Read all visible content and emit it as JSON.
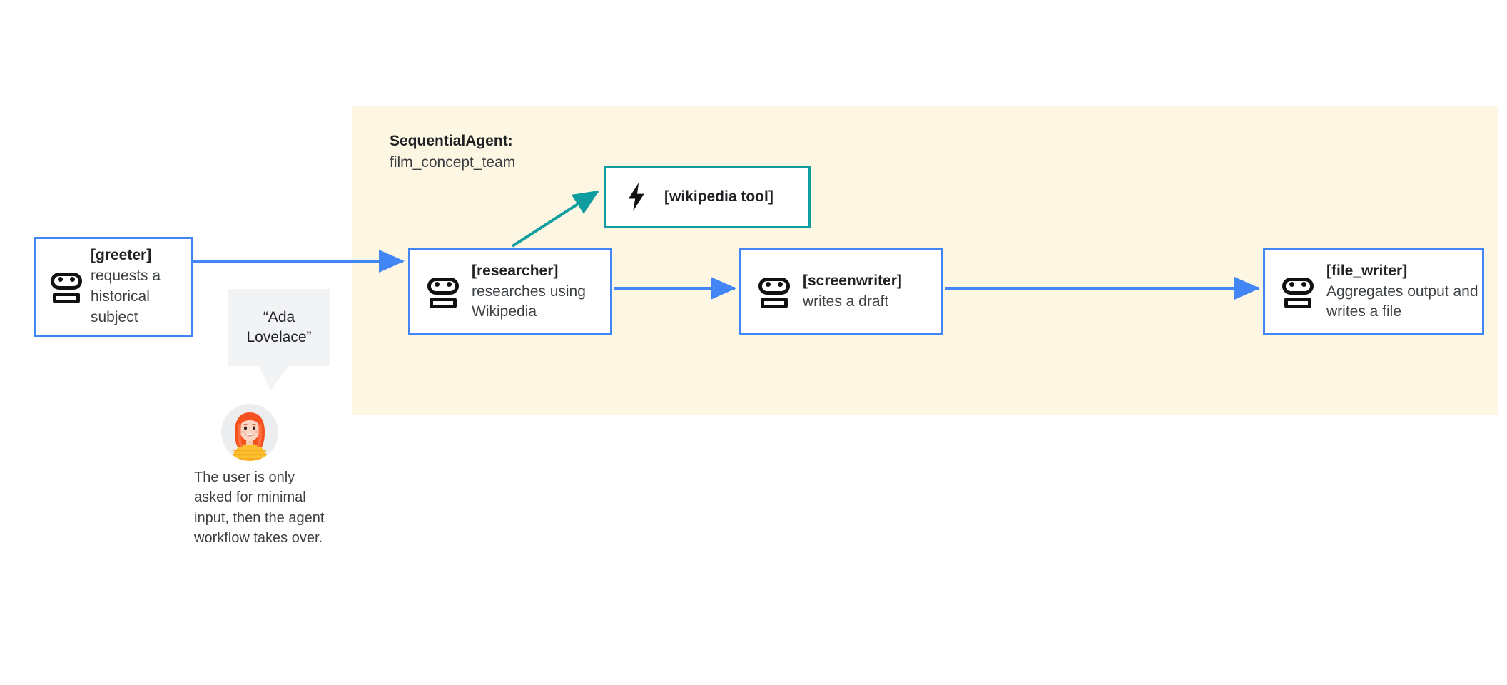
{
  "diagram": {
    "panel": {
      "title_bold": "SequentialAgent:",
      "title_sub": "film_concept_team",
      "background_color": "#FDF6E3"
    },
    "colors": {
      "agent_border": "#4285F4",
      "tool_border": "#0F9D9F",
      "arrow_agent": "#4285F4",
      "arrow_tool": "#0F9D9F",
      "panel_bg": "#FDF6E3",
      "bubble_bg": "#F1F3F4"
    },
    "nodes": [
      {
        "id": "greeter",
        "icon": "robot-icon",
        "title": "[greeter]",
        "description": "requests a historical subject"
      },
      {
        "id": "researcher",
        "icon": "robot-icon",
        "title": "[researcher]",
        "description": "researches using Wikipedia"
      },
      {
        "id": "screenwriter",
        "icon": "robot-icon",
        "title": "[screenwriter]",
        "description": "writes a draft"
      },
      {
        "id": "file_writer",
        "icon": "robot-icon",
        "title": "[file_writer]",
        "description": "Aggregates output and writes a file"
      },
      {
        "id": "wikipedia_tool",
        "icon": "lightning-bolt-icon",
        "title": "[wikipedia tool]",
        "description": ""
      }
    ],
    "edges": [
      {
        "from": "greeter",
        "to": "researcher",
        "color": "#4285F4"
      },
      {
        "from": "researcher",
        "to": "wikipedia_tool",
        "color": "#0F9D9F"
      },
      {
        "from": "researcher",
        "to": "screenwriter",
        "color": "#4285F4"
      },
      {
        "from": "screenwriter",
        "to": "file_writer",
        "color": "#4285F4"
      }
    ],
    "user": {
      "speech_bubble": "“Ada Lovelace”",
      "avatar_alt": "user-avatar",
      "caption": "The user is only asked for minimal input, then the agent workflow takes over."
    }
  }
}
